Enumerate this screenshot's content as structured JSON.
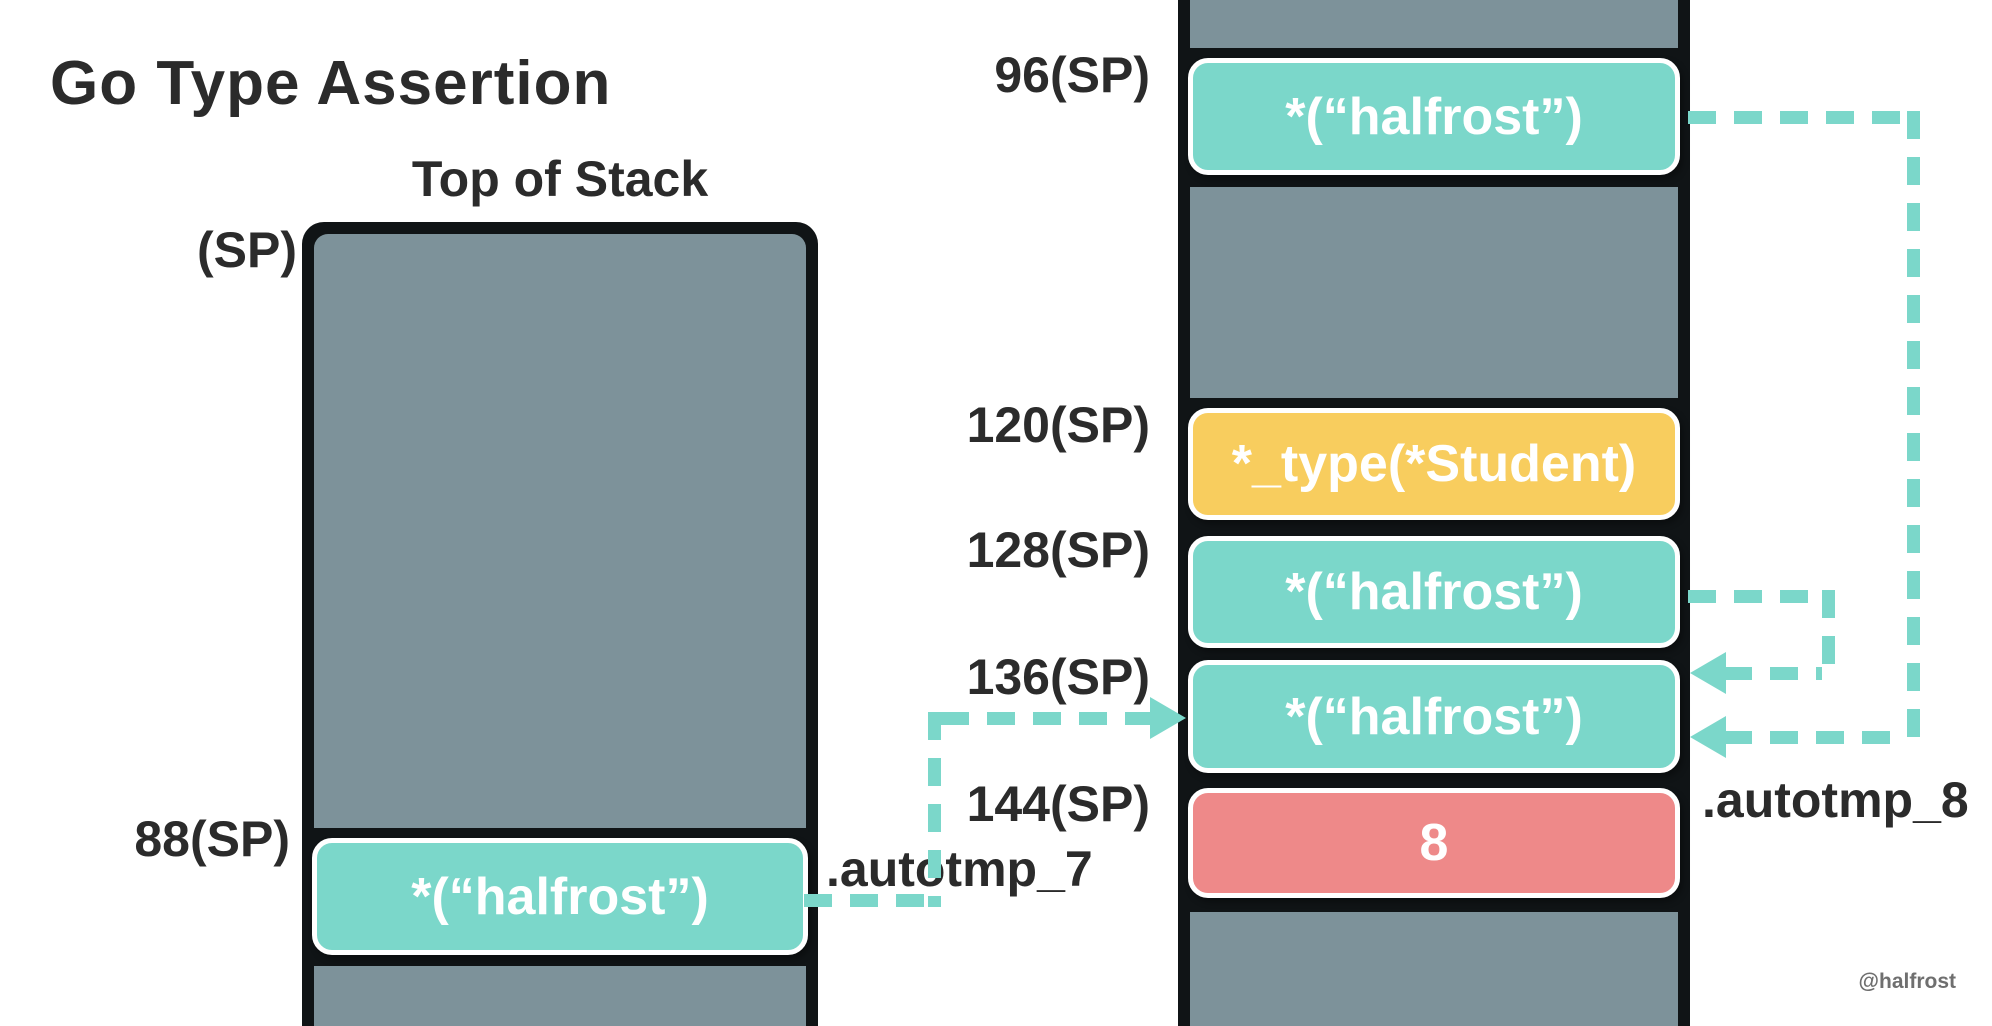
{
  "title": "Go Type Assertion",
  "watermark": "@halfrost",
  "colors": {
    "teal": "#7bd7ca",
    "yellow": "#f8cd5e",
    "red": "#ee8989",
    "gray": "#7d929a",
    "frame": "#101416",
    "ink": "#2b2b2b"
  },
  "left_stack": {
    "caption": "Top of Stack",
    "sp_label": "(SP)",
    "offset_label": "88(SP)",
    "value": "*(“halfrost”)",
    "annotation": ".autotmp_7"
  },
  "right_stack": {
    "annotation": ".autotmp_8",
    "rows": [
      {
        "offset": "96(SP)",
        "value": "*(“halfrost”)",
        "type": "teal"
      },
      {
        "offset": "120(SP)",
        "value": "*_type(*Student)",
        "type": "yellow"
      },
      {
        "offset": "128(SP)",
        "value": "*(“halfrost”)",
        "type": "teal"
      },
      {
        "offset": "136(SP)",
        "value": "*(“halfrost”)",
        "type": "teal"
      },
      {
        "offset": "144(SP)",
        "value": "8",
        "type": "red"
      }
    ]
  }
}
